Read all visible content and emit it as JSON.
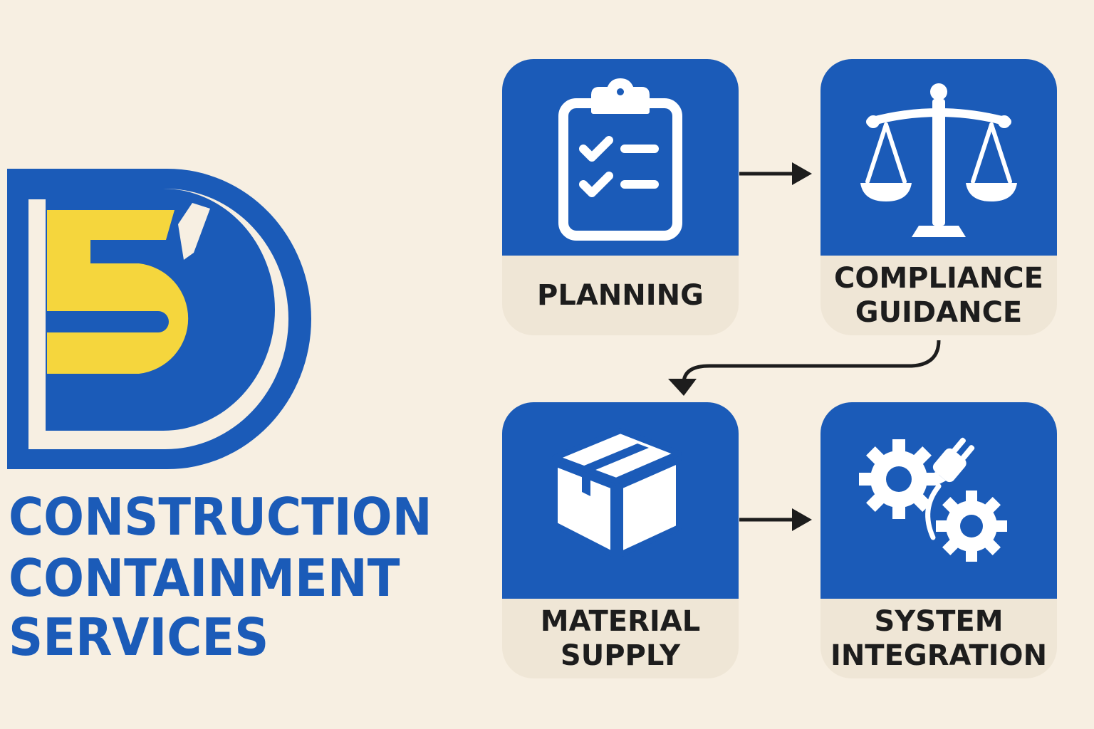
{
  "brand": {
    "lines": [
      "CONSTRUCTION",
      "CONTAINMENT",
      "SERVICES"
    ]
  },
  "colors": {
    "brand_blue": "#1b5bb8",
    "brand_yellow": "#f5d63d",
    "background": "#f7efe2",
    "label_panel": "#efe6d6",
    "text_dark": "#1d1d1d"
  },
  "process": {
    "steps": [
      {
        "label_lines": [
          "PLANNING"
        ],
        "icon": "clipboard-checklist-icon"
      },
      {
        "label_lines": [
          "COMPLIANCE",
          "GUIDANCE"
        ],
        "icon": "scales-of-justice-icon"
      },
      {
        "label_lines": [
          "MATERIAL",
          "SUPPLY"
        ],
        "icon": "package-box-icon"
      },
      {
        "label_lines": [
          "SYSTEM",
          "INTEGRATION"
        ],
        "icon": "gears-plug-icon"
      }
    ],
    "flow": [
      {
        "from": 0,
        "to": 1
      },
      {
        "from": 1,
        "to": 2
      },
      {
        "from": 2,
        "to": 3
      }
    ]
  }
}
